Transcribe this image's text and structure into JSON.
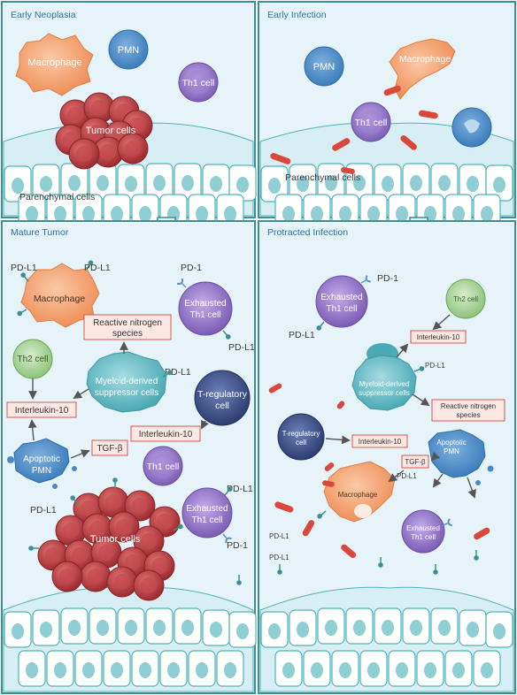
{
  "panels": {
    "early_neoplasia": {
      "title": "Early Neoplasia",
      "macrophage": "Macrophage",
      "pmn": "PMN",
      "th1": "Th1 cell",
      "tumor_cells": "Tumor cells",
      "parenchymal": "Parenchymal cells"
    },
    "early_infection": {
      "title": "Early Infection",
      "pmn": "PMN",
      "macrophage": "Macrophage",
      "th1": "Th1 cell",
      "parenchymal": "Parenchymal cells"
    },
    "mature_tumor": {
      "title": "Mature Tumor",
      "pdl1_a": "PD-L1",
      "pdl1_b": "PD-L1",
      "macrophage": "Macrophage",
      "pd1_a": "PD-1",
      "exhausted_th1_l1": "Exhausted",
      "exhausted_th1_l2": "Th1 cell",
      "pdl1_c": "PD-L1",
      "reactive_l1": "Reactive nitrogen",
      "reactive_l2": "species",
      "th2": "Th2 cell",
      "pdl1_d": "PD-L1",
      "mdsc_l1": "Myeloid-derived",
      "mdsc_l2": "suppressor cells",
      "treg_l1": "T-regulatory",
      "treg_l2": "cell",
      "il10_a": "Interleukin-10",
      "il10_b": "Interleukin-10",
      "apoptotic_l1": "Apoptotic",
      "apoptotic_l2": "PMN",
      "tgfb": "TGF-β",
      "th1": "Th1 cell",
      "pdl1_e": "PD-L1",
      "pdl1_f": "PD-L1",
      "exhausted2_l1": "Exhausted",
      "exhausted2_l2": "Th1 cell",
      "tumor_cells": "Tumor cells",
      "pd1_b": "PD-1"
    },
    "protracted_infection": {
      "title": "Protracted Infection",
      "pd1": "PD-1",
      "exhausted_l1": "Exhausted",
      "exhausted_l2": "Th1 cell",
      "th2": "Th2 cell",
      "pdl1_a": "PD-L1",
      "il10_a": "Interleukin-10",
      "pdl1_b": "PD-L1",
      "mdsc_l1": "Myeloid-derived",
      "mdsc_l2": "suppressor cells",
      "reactive_l1": "Reactive nitrogen",
      "reactive_l2": "species",
      "treg_l1": "T-regulatory",
      "treg_l2": "cell",
      "il10_b": "Interleukin-10",
      "apoptotic_l1": "Apoptotic",
      "apoptotic_l2": "PMN",
      "tgfb": "TGF-β",
      "pdl1_c": "PD-L1",
      "macrophage": "Macrophage",
      "exhausted2_l1": "Exhausted",
      "exhausted2_l2": "Th1 cell",
      "pdl1_d": "PD-L1",
      "pdl1_e": "PD-L1"
    }
  },
  "colors": {
    "panel_bg": "#e6f4fa",
    "panel_border": "#3d8f93",
    "title": "#2b6fa8",
    "macrophage": "#f4a06c",
    "pmn": "#4a8ac4",
    "th1": "#8a6cbf",
    "th2": "#8cc47a",
    "mdsc": "#5fb8c2",
    "treg": "#3b4f8a",
    "tumor": "#b8343a",
    "bacteria": "#d9483b",
    "box_fill": "#fde8e4",
    "box_border": "#d9534f"
  }
}
